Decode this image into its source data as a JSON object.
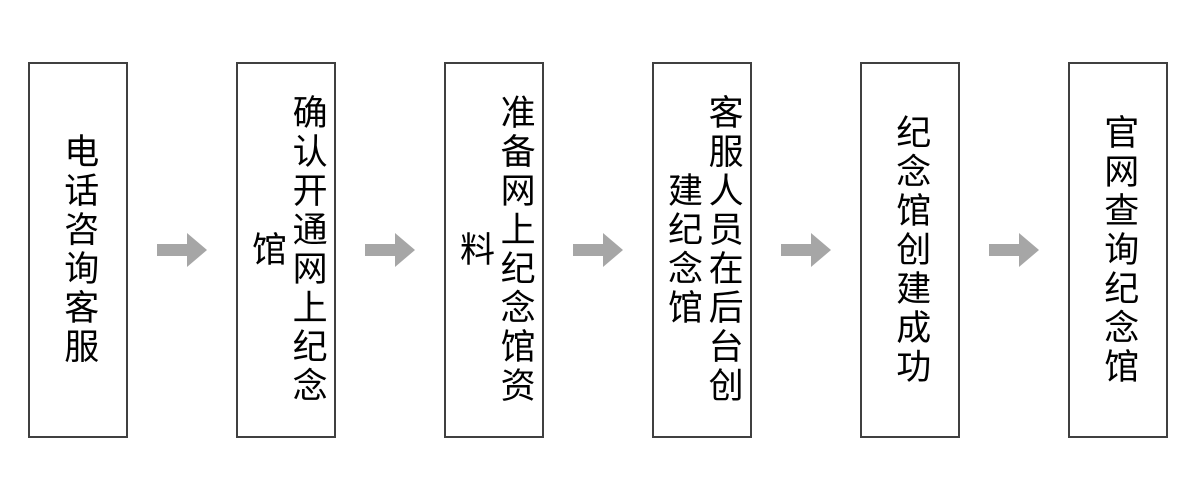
{
  "diagram": {
    "type": "flowchart",
    "orientation": "left-to-right",
    "text_direction": "vertical-rl",
    "colors": {
      "box_border": "#404040",
      "box_fill": "#ffffff",
      "text": "#000000",
      "arrow": "#a6a6a6",
      "background": "#ffffff"
    },
    "nodes": [
      {
        "id": "step-1",
        "label": "电话咨询客服"
      },
      {
        "id": "step-2",
        "label": "确认开通网上纪念馆"
      },
      {
        "id": "step-3",
        "label": "准备网上纪念馆资料"
      },
      {
        "id": "step-4",
        "label": "客服人员在后台创建纪念馆"
      },
      {
        "id": "step-5",
        "label": "纪念馆创建成功"
      },
      {
        "id": "step-6",
        "label": "官网查询纪念馆"
      }
    ],
    "connectors": [
      {
        "id": "arrow-1",
        "from": "step-1",
        "to": "step-2",
        "icon": "arrow-right-icon"
      },
      {
        "id": "arrow-2",
        "from": "step-2",
        "to": "step-3",
        "icon": "arrow-right-icon"
      },
      {
        "id": "arrow-3",
        "from": "step-3",
        "to": "step-4",
        "icon": "arrow-right-icon"
      },
      {
        "id": "arrow-4",
        "from": "step-4",
        "to": "step-5",
        "icon": "arrow-right-icon"
      },
      {
        "id": "arrow-5",
        "from": "step-5",
        "to": "step-6",
        "icon": "arrow-right-icon"
      }
    ]
  }
}
